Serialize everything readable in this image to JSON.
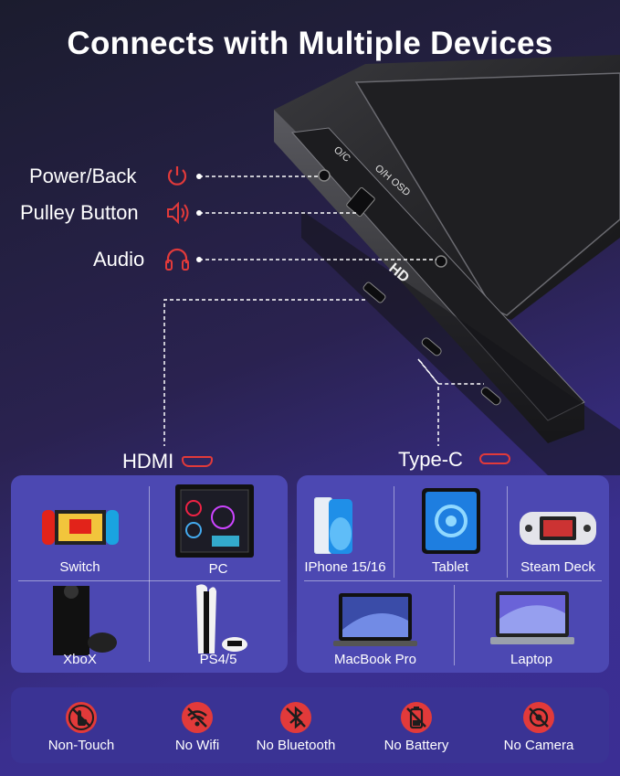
{
  "title": "Connects with Multiple Devices",
  "device_labels": {
    "knob_mark": "O/C",
    "osd": "O/H OSD",
    "hd": "HD"
  },
  "callouts": {
    "power": "Power/Back",
    "pulley": "Pulley Button",
    "audio": "Audio"
  },
  "connectors": {
    "hdmi": "HDMI",
    "typec": "Type-C"
  },
  "hdmi_devices": [
    {
      "label": "Switch",
      "icon": "game-console-icon"
    },
    {
      "label": "PC",
      "icon": "pc-tower-icon"
    },
    {
      "label": "XboX",
      "icon": "xbox-icon"
    },
    {
      "label": "PS4/5",
      "icon": "playstation-icon"
    }
  ],
  "typec_devices": [
    {
      "label": "IPhone 15/16",
      "icon": "phone-icon"
    },
    {
      "label": "Tablet",
      "icon": "tablet-icon"
    },
    {
      "label": "Steam Deck",
      "icon": "handheld-icon"
    },
    {
      "label": "MacBook Pro",
      "icon": "laptop-icon"
    },
    {
      "label": "Laptop",
      "icon": "laptop-icon"
    }
  ],
  "features": [
    {
      "label": "Non-Touch",
      "icon": "no-touch-icon"
    },
    {
      "label": "No Wifi",
      "icon": "no-wifi-icon"
    },
    {
      "label": "No Bluetooth",
      "icon": "no-bluetooth-icon"
    },
    {
      "label": "No Battery",
      "icon": "no-battery-icon"
    },
    {
      "label": "No Camera",
      "icon": "no-camera-icon"
    }
  ],
  "colors": {
    "accent": "#e23a3a",
    "panel": "#4c48b2",
    "feature_bar": "#3a3394"
  }
}
